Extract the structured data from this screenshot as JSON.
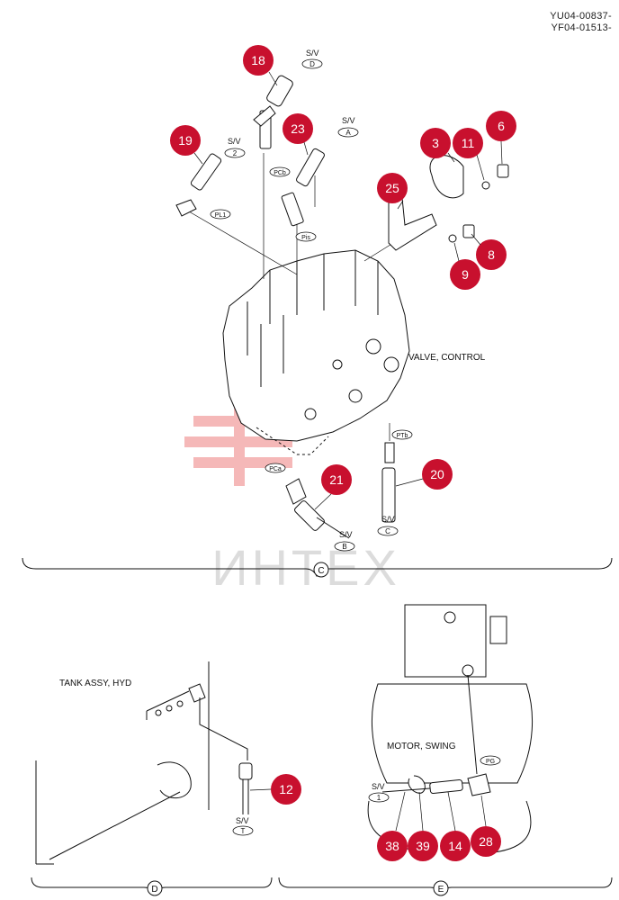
{
  "doc_refs": [
    "YU04-00837-",
    "YF04-01513-"
  ],
  "callout_color": "#c8102e",
  "watermark_color": "#f5b8b8",
  "watermark_text": "ИНТЕХ",
  "callouts": [
    "18",
    "19",
    "23",
    "3",
    "11",
    "6",
    "25",
    "8",
    "9",
    "21",
    "20",
    "12",
    "38",
    "39",
    "14",
    "28"
  ],
  "components": {
    "valve": "VALVE, CONTROL",
    "tank": "TANK ASSY, HYD",
    "motor": "MOTOR, SWING"
  },
  "sv_label": "S/V",
  "sv_tags": [
    "D",
    "2",
    "A",
    "B",
    "C",
    "T",
    "1"
  ],
  "port_tags": [
    "PCb",
    "PL1",
    "Pis",
    "PTb",
    "PCa",
    "PG"
  ],
  "sections": [
    "C",
    "D",
    "E"
  ]
}
